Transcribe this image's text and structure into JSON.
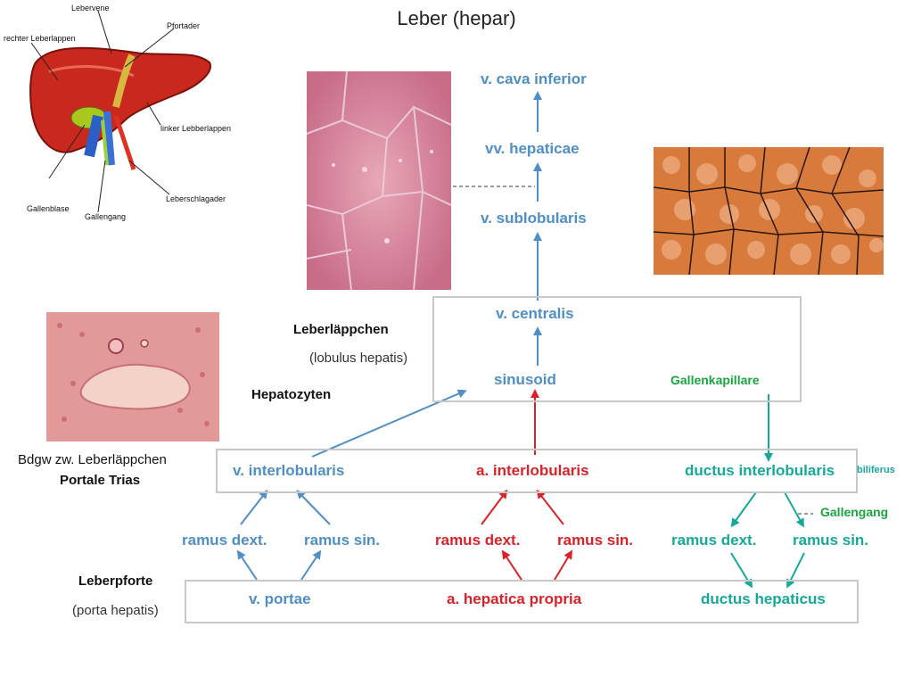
{
  "title": "Leber (hepar)",
  "anatomy": {
    "labels": {
      "rechter_leberlappen": "rechter Leberlappen",
      "lebervene": "Lebervene",
      "pfortader": "Pfortader",
      "linker_leberlappen": "linker Lebberlappen",
      "leberschlagader": "Leberschlagader",
      "gallenblase": "Gallenblase",
      "gallengang": "Gallengang"
    },
    "colors": {
      "liver": "#c8281e",
      "gallbladder": "#a8c81e",
      "vein": "#2a5fc8",
      "artery": "#e03020",
      "bile": "#9ad23a"
    }
  },
  "veins": {
    "cava_inferior": "v. cava inferior",
    "hepaticae": "vv. hepaticae",
    "sublobularis": "v. sublobularis",
    "centralis": "v. centralis",
    "sinusoid": "sinusoid",
    "interlobularis": "v. interlobularis",
    "ramus_dext": "ramus dext.",
    "ramus_sin": "ramus sin.",
    "portae": "v. portae"
  },
  "arteries": {
    "interlobularis": "a. interlobularis",
    "ramus_dext": "ramus dext.",
    "ramus_sin": "ramus sin.",
    "hepatica_propria": "a. hepatica propria"
  },
  "bile": {
    "gallenkapillare": "Gallenkapillare",
    "interlobularis": "ductus interlobularis",
    "biliferus": "biliferus",
    "gallengang": "Gallengang",
    "ramus_dext": "ramus dext.",
    "ramus_sin": "ramus sin.",
    "hepaticus": "ductus hepaticus"
  },
  "side_labels": {
    "leberlaeppchen": "Leberläppchen",
    "lobulus": "(lobulus hepatis)",
    "hepatozyten": "Hepatozyten",
    "bdgw": "Bdgw zw. Leberläppchen",
    "portale_trias": "Portale Trias",
    "leberpforte": "Leberpforte",
    "porta": "(porta hepatis)"
  },
  "colors": {
    "blue": "#4f8fc4",
    "red": "#d8232a",
    "teal": "#17a89a"
  }
}
